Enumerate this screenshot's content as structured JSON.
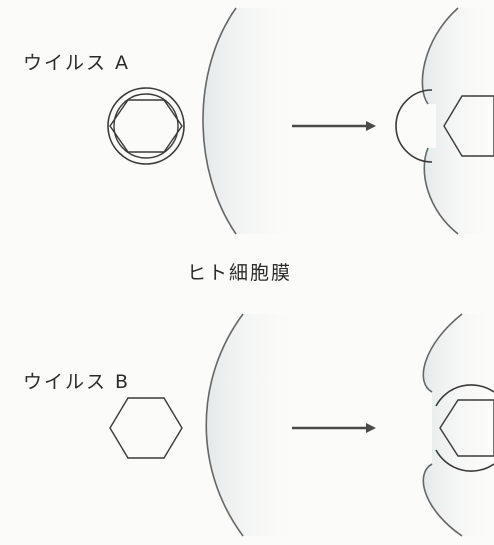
{
  "virus_a": {
    "label": "ウイルス A"
  },
  "virus_b": {
    "label": "ウイルス B"
  },
  "membrane": {
    "label": "ヒト細胞膜"
  }
}
